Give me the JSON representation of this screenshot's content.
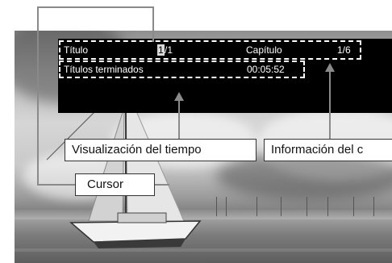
{
  "osd": {
    "title_label": "Título",
    "title_value_cursor": "1",
    "title_value_rest": "/1",
    "chapter_label": "Capítulo",
    "chapter_value": "1/6",
    "status_text": "Títulos terminados",
    "time_value": "00:05:52"
  },
  "callouts": {
    "time_display": "Visualización del tiempo",
    "info_display": "Información del c",
    "cursor": "Cursor"
  }
}
